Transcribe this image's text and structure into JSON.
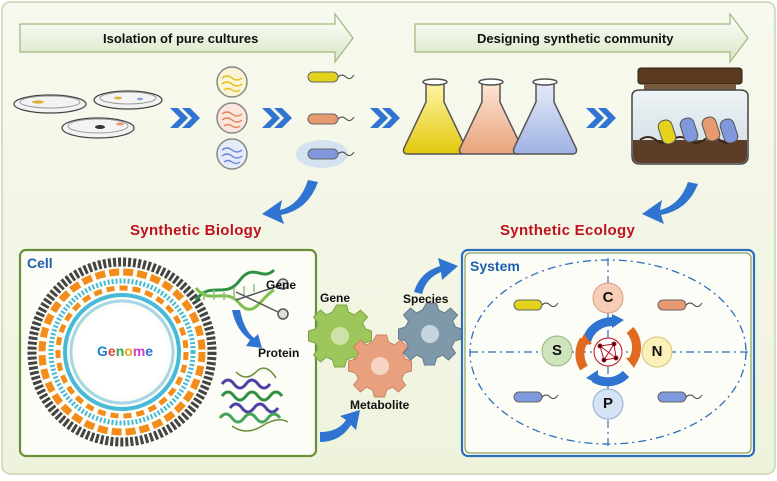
{
  "top_arrows": {
    "left": "Isolation of pure cultures",
    "right": "Designing synthetic community"
  },
  "section_titles": {
    "left": "Synthetic Biology",
    "right": "Synthetic Ecology"
  },
  "cell_panel": {
    "title": "Cell",
    "genome": [
      "G",
      "e",
      "n",
      "o",
      "m",
      "e"
    ],
    "genome_colors": [
      "#1a7fd6",
      "#e0453a",
      "#2fa74a",
      "#e6a817",
      "#c93fc9",
      "#2d6fd0"
    ],
    "gene": "Gene",
    "protein": "Protein"
  },
  "gears": {
    "gene": "Gene",
    "metabolite": "Metabolite",
    "species": "Species"
  },
  "system_panel": {
    "title": "System",
    "nodes": {
      "top": "C",
      "left": "S",
      "right": "N",
      "bottom": "P"
    }
  },
  "colors": {
    "background": "#f4f8e8",
    "arrow_blue": "#2f74d0",
    "title_red": "#c0111f",
    "panel_border_blue": "#2f6fb8",
    "panel_border_green": "#6a8f3a",
    "yellow_culture": "#e8d21e",
    "orange_culture": "#e79a6f",
    "blue_culture": "#7f99dc",
    "gear_green": "#9dc75a",
    "gear_orange": "#e8a07e",
    "gear_gray": "#7f98aa"
  }
}
